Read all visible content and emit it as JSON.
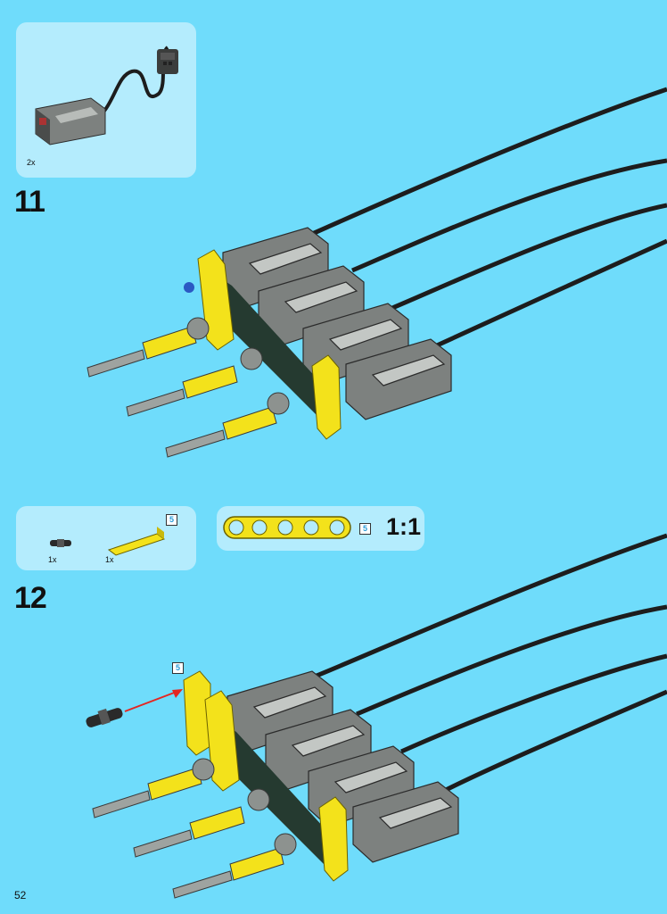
{
  "page_number": "52",
  "steps": [
    {
      "number": "11",
      "parts": [
        {
          "name": "motor",
          "qty": "2x"
        }
      ]
    },
    {
      "number": "12",
      "parts": [
        {
          "name": "connector-pin",
          "qty": "1x"
        },
        {
          "name": "beam-5",
          "qty": "1x",
          "length": "5"
        }
      ],
      "scale_callout": {
        "length": "5",
        "scale": "1:1"
      },
      "assembly_length_label": "5"
    }
  ],
  "colors": {
    "background": "#6fdcfb",
    "panel": "#b4ecfd",
    "beam_yellow": "#f3e21b",
    "motor_gray": "#7d817f",
    "cable_black": "#1d1d1d",
    "arrow_red": "#e52521"
  }
}
